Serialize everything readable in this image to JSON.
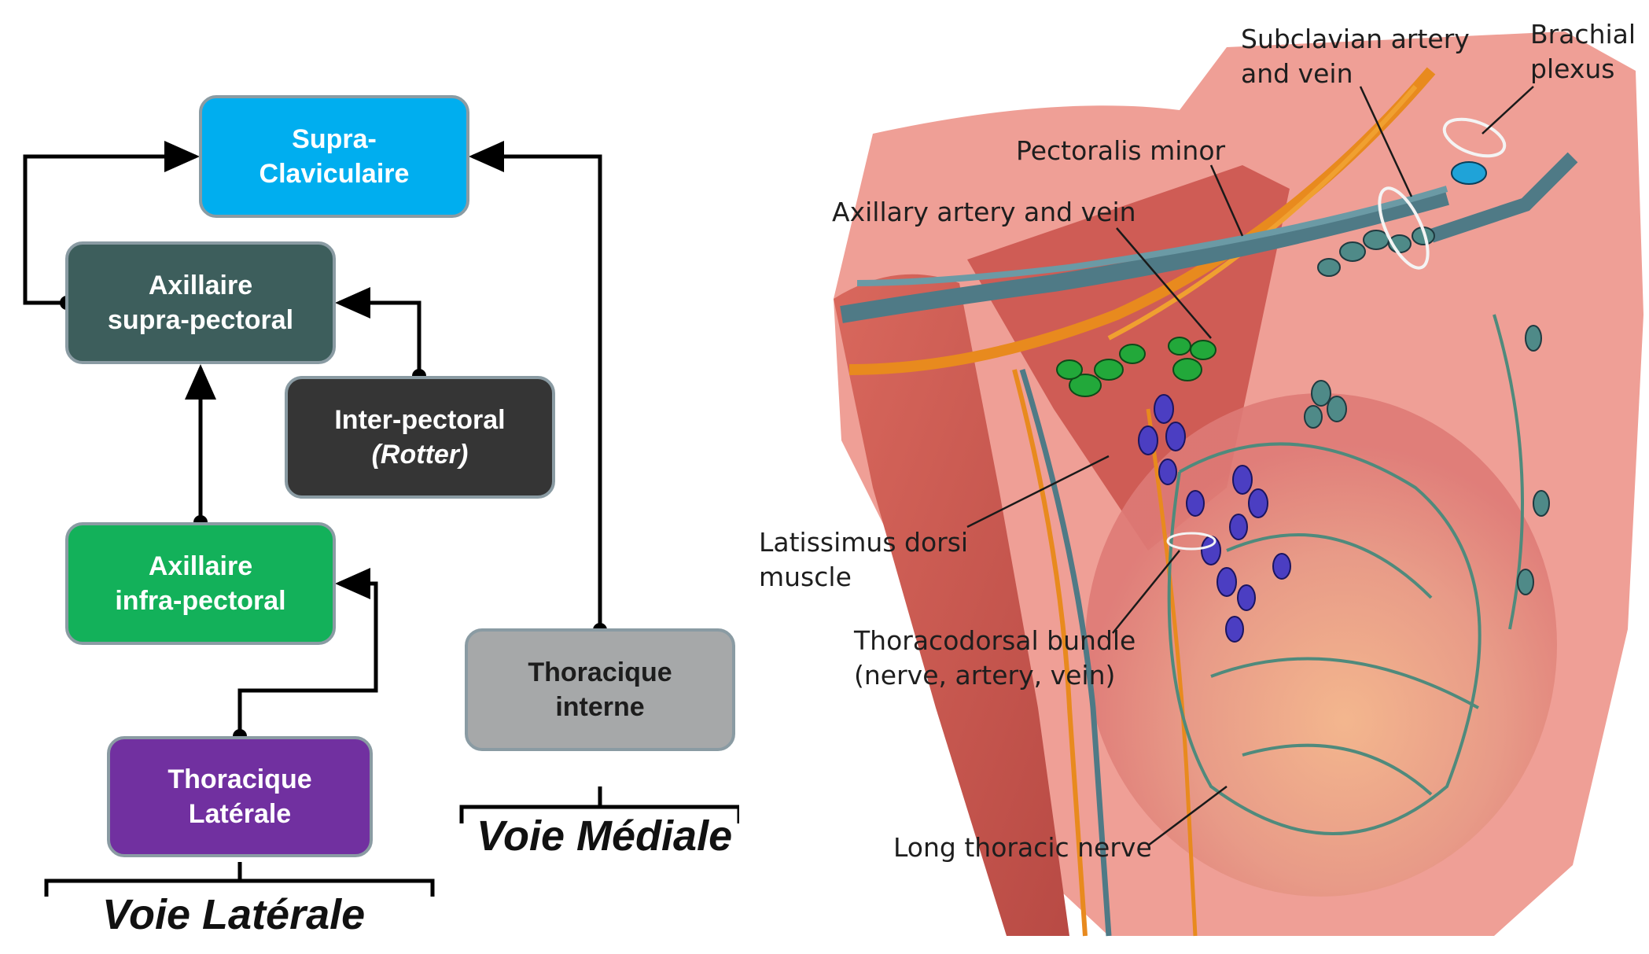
{
  "flowchart": {
    "nodes": {
      "supra": {
        "line1": "Supra-",
        "line2": "Claviculaire",
        "color": "#00aeef"
      },
      "axsupra": {
        "line1": "Axillaire",
        "line2": "supra-pectoral",
        "color": "#3d5e5c"
      },
      "inter": {
        "line1": "Inter-pectoral",
        "line2": "(Rotter)",
        "color": "#353535"
      },
      "axinfra": {
        "line1": "Axillaire",
        "line2": "infra-pectoral",
        "color": "#13b15a"
      },
      "thorlat": {
        "line1": "Thoracique",
        "line2": "Latérale",
        "color": "#7130a0"
      },
      "thorint": {
        "line1": "Thoracique",
        "line2": "interne",
        "color": "#a6a8a9"
      }
    },
    "groups": {
      "laterale": "Voie Latérale",
      "mediale": "Voie Médiale"
    },
    "edges": [
      {
        "from": "axsupra",
        "to": "supra"
      },
      {
        "from": "thorint",
        "to": "supra"
      },
      {
        "from": "inter",
        "to": "axsupra"
      },
      {
        "from": "axinfra",
        "to": "axsupra"
      },
      {
        "from": "thorlat",
        "to": "axinfra"
      }
    ]
  },
  "anatomy": {
    "labels": {
      "subclavian": "Subclavian artery\n and vein",
      "brachial": "Brachial\nplexus",
      "pectoralis": "Pectoralis minor",
      "axillary": "Axillary artery and vein",
      "latissimus": "Latissimus dorsi\nmuscle",
      "thoracodorsal": "Thoracodorsal bundle\n(nerve, artery, vein)",
      "longthoracic": "Long thoracic nerve"
    },
    "colors": {
      "muscle": "#c8584f",
      "nerve": "#e88a1e",
      "vessel": "#4f7a86",
      "node_green": "#22a83a",
      "node_blue": "#4b3ec2"
    }
  }
}
